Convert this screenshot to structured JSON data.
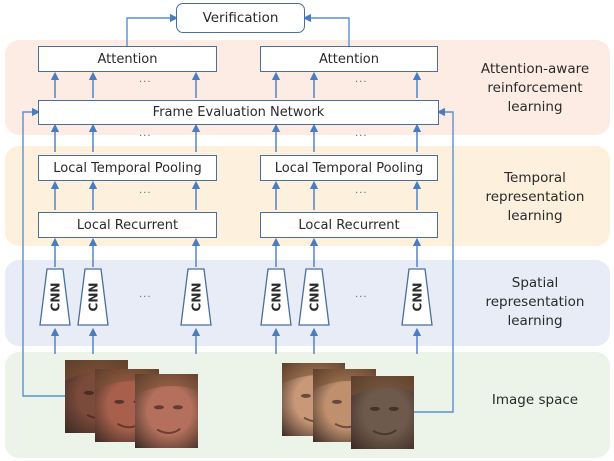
{
  "diagram": {
    "verification_label": "Verification",
    "stages": [
      {
        "id": "attention",
        "label_lines": [
          "Attention-aware",
          "reinforcement",
          "learning"
        ],
        "color": "#fdece3"
      },
      {
        "id": "temporal",
        "label_lines": [
          "Temporal",
          "representation",
          "learning"
        ],
        "color": "#fdf0dc"
      },
      {
        "id": "spatial",
        "label_lines": [
          "Spatial",
          "representation",
          "learning"
        ],
        "color": "#e8ecf6"
      },
      {
        "id": "image",
        "label_lines": [
          "Image space"
        ],
        "color": "#ecf4ea"
      }
    ],
    "attention_label": "Attention",
    "fen_label": "Frame Evaluation Network",
    "ltp_label": "Local Temporal Pooling",
    "lr_label": "Local Recurrent",
    "cnn_label": "CNN",
    "ellipsis": "...",
    "streams": [
      {
        "id": "left",
        "frames": 3,
        "face_tones": [
          "#7a4a3a",
          "#a8604c",
          "#b4705c"
        ]
      },
      {
        "id": "right",
        "frames": 3,
        "face_tones": [
          "#c99878",
          "#c0906e",
          "#6e5a4c"
        ]
      }
    ],
    "colors": {
      "box_border": "#4a6f9c",
      "arrow": "#4a7cc0"
    }
  }
}
